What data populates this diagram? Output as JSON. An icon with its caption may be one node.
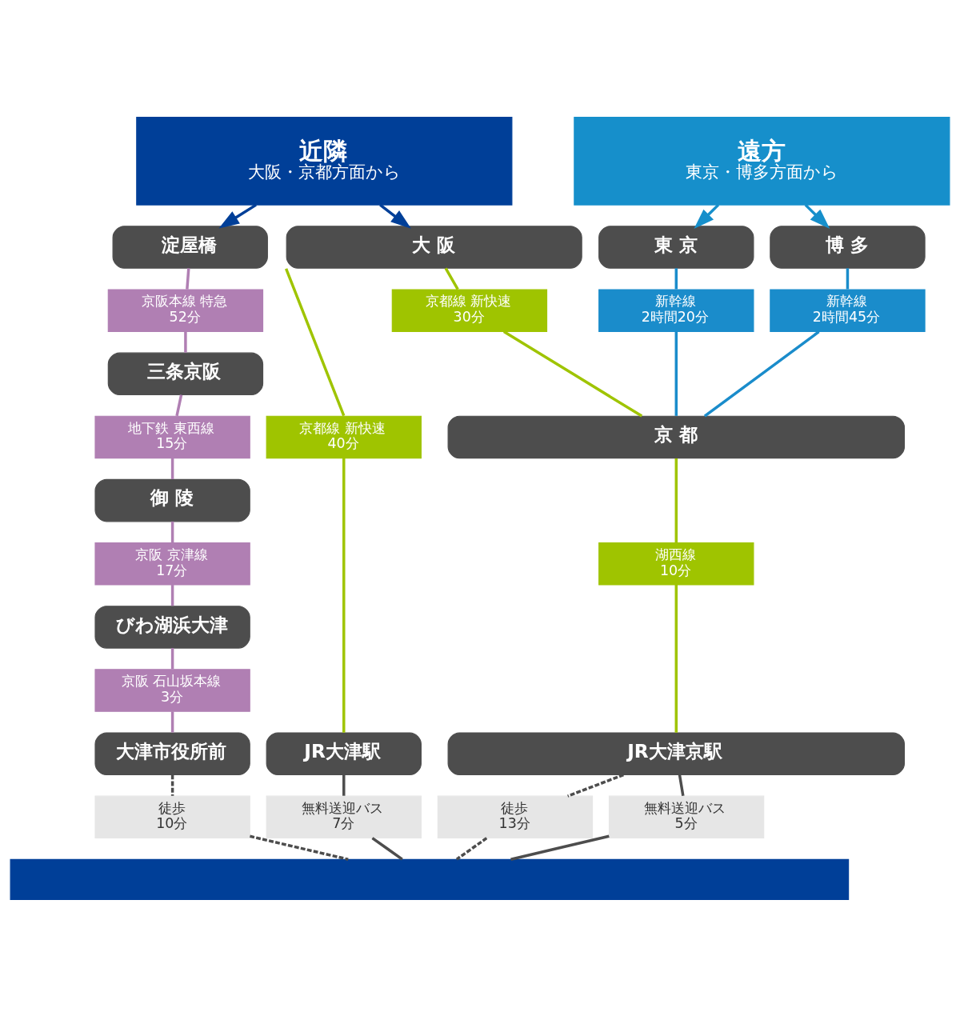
{
  "diagram": {
    "nodes": [
      {
        "text": [
          "近隣",
          "大阪・京都方面から"
        ]
      },
      {
        "text": [
          "遠方",
          "東京・博多方面から"
        ]
      },
      {
        "text": [
          "淀屋橋"
        ]
      },
      {
        "text": [
          "大 阪"
        ]
      },
      {
        "text": [
          "東 京"
        ]
      },
      {
        "text": [
          "博 多"
        ]
      },
      {
        "text": [
          "京阪本線 特急",
          "52分"
        ]
      },
      {
        "text": [
          "京都線 新快速",
          "30分"
        ]
      },
      {
        "text": [
          "新幹線",
          "2時間20分"
        ]
      },
      {
        "text": [
          "新幹線",
          "2時間45分"
        ]
      },
      {
        "text": [
          "三条京阪"
        ]
      },
      {
        "text": [
          "地下鉄 東西線",
          "15分"
        ]
      },
      {
        "text": [
          "京都線 新快速",
          "40分"
        ]
      },
      {
        "text": [
          "京 都"
        ]
      },
      {
        "text": [
          "御 陵"
        ]
      },
      {
        "text": [
          "京阪 京津線",
          "17分"
        ]
      },
      {
        "text": [
          "湖西線",
          "10分"
        ]
      },
      {
        "text": [
          "びわ湖浜大津"
        ]
      },
      {
        "text": [
          "京阪 石山坂本線",
          "3分"
        ]
      },
      {
        "text": [
          "大津市役所前"
        ]
      },
      {
        "text": [
          "JR大津駅"
        ]
      },
      {
        "text": [
          "JR大津京駅"
        ]
      },
      {
        "text": [
          "徒歩",
          "10分"
        ]
      },
      {
        "text": [
          "無料送迎バス",
          "7分"
        ]
      },
      {
        "text": [
          "徒歩",
          "13分"
        ]
      },
      {
        "text": [
          "無料送迎バス",
          "5分"
        ]
      },
      {
        "text": [],
        "shape": "bar"
      }
    ],
    "edges": [
      {
        "from": 0,
        "to": 2,
        "arrow": "to",
        "color": "#003f98"
      },
      {
        "from": 0,
        "to": 3,
        "arrow": "to",
        "color": "#003f98"
      },
      {
        "from": 1,
        "to": 4,
        "arrow": "to",
        "color": "#168fcb"
      },
      {
        "from": 1,
        "to": 5,
        "arrow": "to",
        "color": "#168fcb"
      },
      {
        "from": 2,
        "to": 6,
        "arrow": "none",
        "color": "#b07fb3"
      },
      {
        "from": 6,
        "to": 10,
        "arrow": "none",
        "color": "#b07fb3"
      },
      {
        "from": 10,
        "to": 11,
        "arrow": "none",
        "color": "#b07fb3"
      },
      {
        "from": 11,
        "to": 14,
        "arrow": "none",
        "color": "#b07fb3"
      },
      {
        "from": 14,
        "to": 15,
        "arrow": "none",
        "color": "#b07fb3"
      },
      {
        "from": 15,
        "to": 17,
        "arrow": "none",
        "color": "#b07fb3"
      },
      {
        "from": 17,
        "to": 18,
        "arrow": "none",
        "color": "#b07fb3"
      },
      {
        "from": 18,
        "to": 19,
        "arrow": "none",
        "color": "#b07fb3"
      },
      {
        "from": 3,
        "to": 12,
        "arrow": "none",
        "color": "#9fc400"
      },
      {
        "from": 12,
        "to": 20,
        "arrow": "none",
        "color": "#9fc400"
      },
      {
        "from": 3,
        "to": 7,
        "arrow": "none",
        "color": "#9fc400"
      },
      {
        "from": 7,
        "to": 13,
        "arrow": "none",
        "color": "#9fc400"
      },
      {
        "from": 4,
        "to": 8,
        "arrow": "none",
        "color": "#1a8ccb"
      },
      {
        "from": 8,
        "to": 13,
        "arrow": "none",
        "color": "#1a8ccb"
      },
      {
        "from": 5,
        "to": 9,
        "arrow": "none",
        "color": "#1a8ccb"
      },
      {
        "from": 9,
        "to": 13,
        "arrow": "none",
        "color": "#1a8ccb"
      },
      {
        "from": 13,
        "to": 16,
        "arrow": "none",
        "color": "#9fc400"
      },
      {
        "from": 16,
        "to": 21,
        "arrow": "none",
        "color": "#9fc400"
      },
      {
        "from": 19,
        "to": 22,
        "arrow": "none",
        "style": "dashed",
        "color": "#4d4d4d"
      },
      {
        "from": 22,
        "to": 26,
        "arrow": "none",
        "style": "dashed",
        "color": "#4d4d4d"
      },
      {
        "from": 20,
        "to": 23,
        "arrow": "none",
        "color": "#4d4d4d"
      },
      {
        "from": 23,
        "to": 26,
        "arrow": "none",
        "color": "#4d4d4d"
      },
      {
        "from": 21,
        "to": 24,
        "arrow": "none",
        "style": "dashed",
        "color": "#4d4d4d"
      },
      {
        "from": 24,
        "to": 26,
        "arrow": "none",
        "style": "dashed",
        "color": "#4d4d4d"
      },
      {
        "from": 21,
        "to": 25,
        "arrow": "none",
        "color": "#4d4d4d"
      },
      {
        "from": 25,
        "to": 26,
        "arrow": "none",
        "color": "#4d4d4d"
      }
    ]
  }
}
